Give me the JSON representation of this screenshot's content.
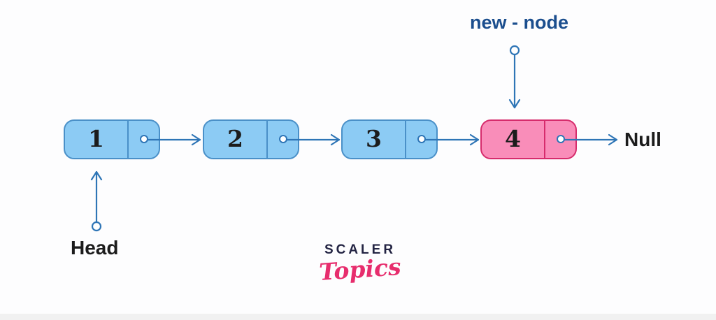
{
  "labels": {
    "new_node": "new - node",
    "head": "Head",
    "null": "Null"
  },
  "nodes": [
    {
      "value": "1",
      "type": "blue"
    },
    {
      "value": "2",
      "type": "blue"
    },
    {
      "value": "3",
      "type": "blue"
    },
    {
      "value": "4",
      "type": "pink"
    }
  ],
  "logo": {
    "brand": "SCALER",
    "sub": "Topics"
  },
  "colors": {
    "background": "#fdfdfe",
    "node_fill_blue": "#8ccbf4",
    "node_border_blue": "#4a90c8",
    "node_fill_pink": "#f98db9",
    "node_border_pink": "#d62c6c",
    "arrow": "#2e75b6",
    "new_node_label": "#1b4e8e",
    "text_dark": "#1c1c1c",
    "logo_navy": "#232443",
    "logo_pink": "#e72d6d"
  }
}
